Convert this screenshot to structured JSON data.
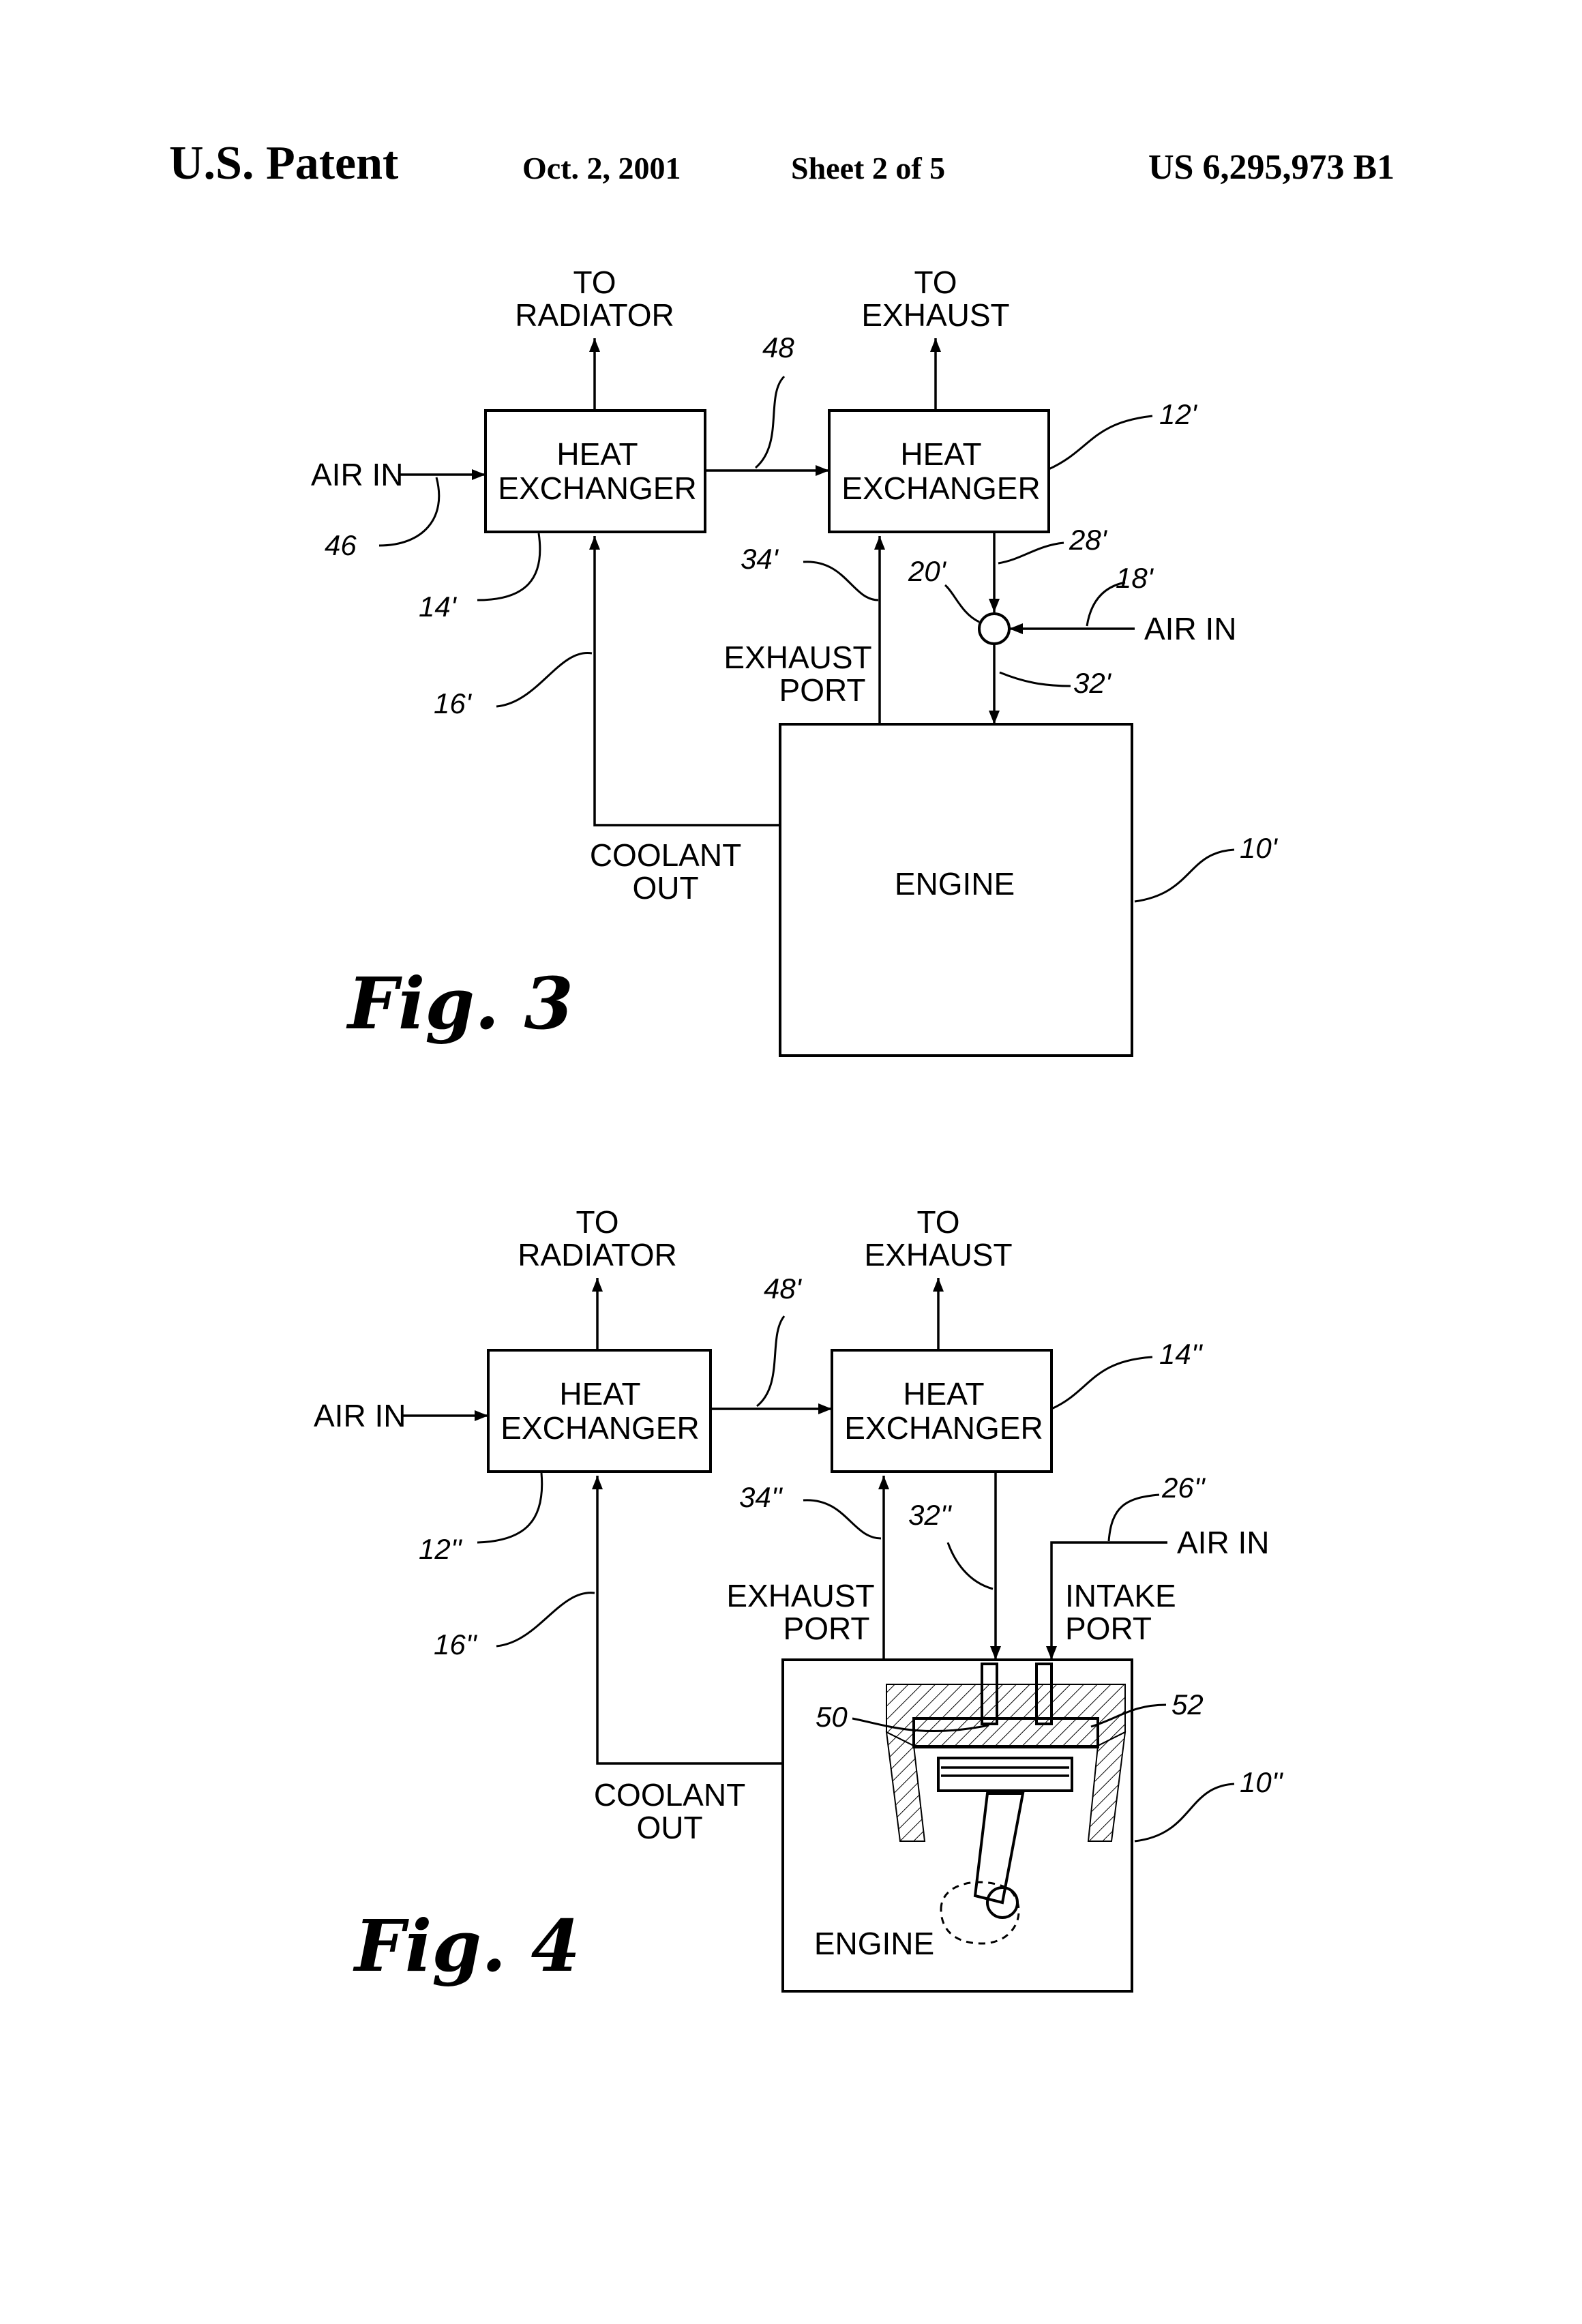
{
  "header": {
    "patent": "U.S. Patent",
    "date": "Oct. 2, 2001",
    "sheet": "Sheet 2 of 5",
    "number": "US 6,295,973 B1"
  },
  "fig3": {
    "caption": "Fig. 3",
    "labels": {
      "to_radiator_1": "TO",
      "to_radiator_2": "RADIATOR",
      "to_exhaust_1": "TO",
      "to_exhaust_2": "EXHAUST",
      "hx_left_1": "HEAT",
      "hx_left_2": "EXCHANGER",
      "hx_right_1": "HEAT",
      "hx_right_2": "EXCHANGER",
      "air_in_left": "AIR IN",
      "air_in_right": "AIR IN",
      "exhaust_port_1": "EXHAUST",
      "exhaust_port_2": "PORT",
      "coolant_out_1": "COOLANT",
      "coolant_out_2": "OUT",
      "engine": "ENGINE"
    },
    "refs": {
      "r48": "48",
      "r12": "12'",
      "r46": "46",
      "r14": "14'",
      "r34": "34'",
      "r28": "28'",
      "r20": "20'",
      "r18": "18'",
      "r16": "16'",
      "r32": "32'",
      "r10": "10'"
    }
  },
  "fig4": {
    "caption": "Fig. 4",
    "labels": {
      "to_radiator_1": "TO",
      "to_radiator_2": "RADIATOR",
      "to_exhaust_1": "TO",
      "to_exhaust_2": "EXHAUST",
      "hx_left_1": "HEAT",
      "hx_left_2": "EXCHANGER",
      "hx_right_1": "HEAT",
      "hx_right_2": "EXCHANGER",
      "air_in_left": "AIR IN",
      "air_in_right": "AIR IN",
      "exhaust_port_1": "EXHAUST",
      "exhaust_port_2": "PORT",
      "intake_port_1": "INTAKE",
      "intake_port_2": "PORT",
      "coolant_out_1": "COOLANT",
      "coolant_out_2": "OUT",
      "engine": "ENGINE"
    },
    "refs": {
      "r48": "48'",
      "r14": "14''",
      "r12": "12''",
      "r34": "34''",
      "r32": "32''",
      "r26": "26''",
      "r16": "16''",
      "r50": "50",
      "r52": "52",
      "r10": "10''"
    }
  }
}
